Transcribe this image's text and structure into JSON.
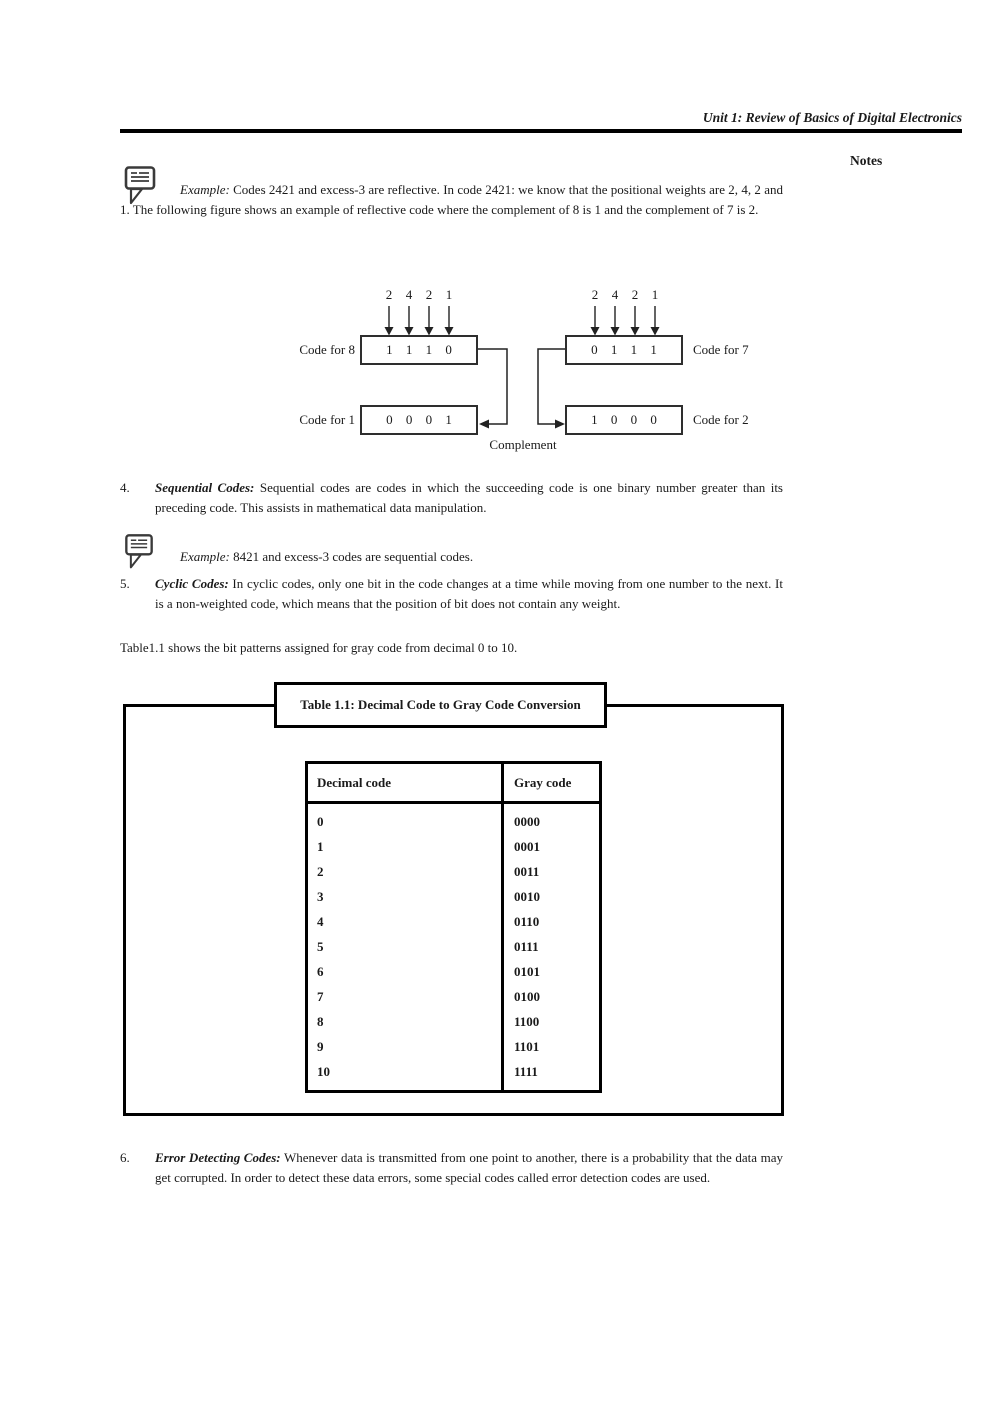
{
  "header": {
    "title": "Unit 1: Review of Basics of Digital Electronics",
    "notes_label": "Notes"
  },
  "example1": {
    "lead": "Example:",
    "text": " Codes 2421 and excess-3 are reflective. In code 2421: we know that the positional weights are 2, 4, 2 and 1. The following figure shows an example of reflective code where the complement of 8 is 1 and the complement of 7 is 2."
  },
  "figure": {
    "weights_left": [
      "2",
      "4",
      "2",
      "1"
    ],
    "weights_right": [
      "2",
      "4",
      "2",
      "1"
    ],
    "boxes": [
      {
        "label": "Code for 8",
        "bits": "1 1 1 0"
      },
      {
        "label": "Code for 1",
        "bits": "0 0 0 1"
      },
      {
        "label": "Code for 7",
        "bits": "0 1 1 1"
      },
      {
        "label": "Code for 2",
        "bits": "1 0 0 0"
      }
    ],
    "complement_label": "Complement"
  },
  "items": [
    {
      "num": "4.",
      "lead": "Sequential Codes:",
      "text": " Sequential codes are codes in which the succeeding code is one binary number greater than its preceding code. This assists in mathematical data manipulation."
    },
    {
      "num": "5.",
      "lead": "Cyclic Codes:",
      "text": " In cyclic codes, only one bit in the code changes at a time while moving from one number to the next. It is a non-weighted code, which means that the position of bit does not contain any weight."
    },
    {
      "num": "6.",
      "lead": "Error Detecting Codes:",
      "text": " Whenever data is transmitted from one point to another, there is a probability that the data may get corrupted. In order to detect these data errors, some special codes called error detection codes are used."
    }
  ],
  "example2": {
    "lead": "Example:",
    "text": " 8421 and excess-3 codes are sequential codes."
  },
  "table_intro": "Table1.1 shows the bit patterns assigned for gray code from decimal 0 to 10.",
  "table": {
    "caption": "Table 1.1: Decimal Code to Gray Code Conversion",
    "columns": [
      "Decimal code",
      "Gray code"
    ],
    "rows": [
      [
        "0",
        "0000"
      ],
      [
        "1",
        "0001"
      ],
      [
        "2",
        "0011"
      ],
      [
        "3",
        "0010"
      ],
      [
        "4",
        "0110"
      ],
      [
        "5",
        "0111"
      ],
      [
        "6",
        "0101"
      ],
      [
        "7",
        "0100"
      ],
      [
        "8",
        "1100"
      ],
      [
        "9",
        "1101"
      ],
      [
        "10",
        "1111"
      ]
    ]
  }
}
